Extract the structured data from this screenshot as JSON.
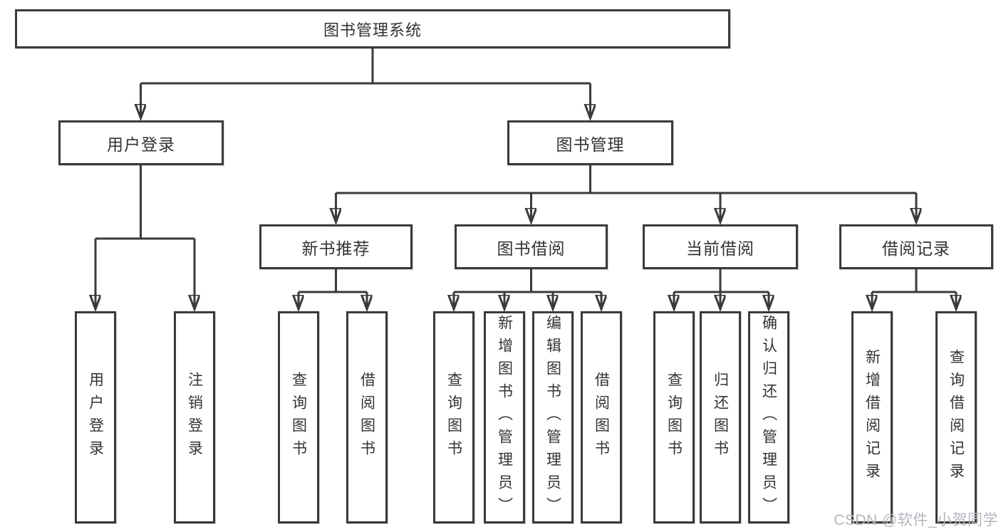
{
  "diagram": {
    "type": "functional-structure-tree",
    "root": {
      "label": "图书管理系统"
    },
    "level2": [
      {
        "id": "user-login",
        "label": "用户登录"
      },
      {
        "id": "book-management",
        "label": "图书管理"
      }
    ],
    "level3": [
      {
        "id": "new-book-recommend",
        "label": "新书推荐",
        "parent": "图书管理"
      },
      {
        "id": "book-borrowing",
        "label": "图书借阅",
        "parent": "图书管理"
      },
      {
        "id": "current-borrowing",
        "label": "当前借阅",
        "parent": "图书管理"
      },
      {
        "id": "borrowing-records",
        "label": "借阅记录",
        "parent": "图书管理"
      }
    ],
    "leaves": [
      {
        "id": "user-login-leaf",
        "label": "用户登录",
        "parent": "用户登录"
      },
      {
        "id": "logout",
        "label": "注销登录",
        "parent": "用户登录"
      },
      {
        "id": "query-books-recommend",
        "label": "查询图书",
        "parent": "新书推荐"
      },
      {
        "id": "borrow-books-recommend",
        "label": "借阅图书",
        "parent": "新书推荐"
      },
      {
        "id": "query-books-borrow",
        "label": "查询图书",
        "parent": "图书借阅"
      },
      {
        "id": "add-book-admin",
        "label": "新增图书（管理员）",
        "parent": "图书借阅"
      },
      {
        "id": "edit-book-admin",
        "label": "编辑图书（管理员）",
        "parent": "图书借阅"
      },
      {
        "id": "borrow-books",
        "label": "借阅图书",
        "parent": "图书借阅"
      },
      {
        "id": "query-books-current",
        "label": "查询图书",
        "parent": "当前借阅"
      },
      {
        "id": "return-book",
        "label": "归还图书",
        "parent": "当前借阅"
      },
      {
        "id": "confirm-return-admin",
        "label": "确认归还（管理员）",
        "parent": "当前借阅"
      },
      {
        "id": "add-borrow-record",
        "label": "新增借阅记录",
        "parent": "借阅记录"
      },
      {
        "id": "query-borrow-record",
        "label": "查询借阅记录",
        "parent": "借阅记录"
      }
    ],
    "watermark": {
      "text": "CSDN @软件_小贺同学"
    },
    "colors": {
      "line": "#3a3a3a",
      "box_border": "#3a3a3a",
      "box_fill": "#ffffff",
      "text": "#333333",
      "watermark": "#b2b6bd",
      "background": "#ffffff"
    }
  }
}
